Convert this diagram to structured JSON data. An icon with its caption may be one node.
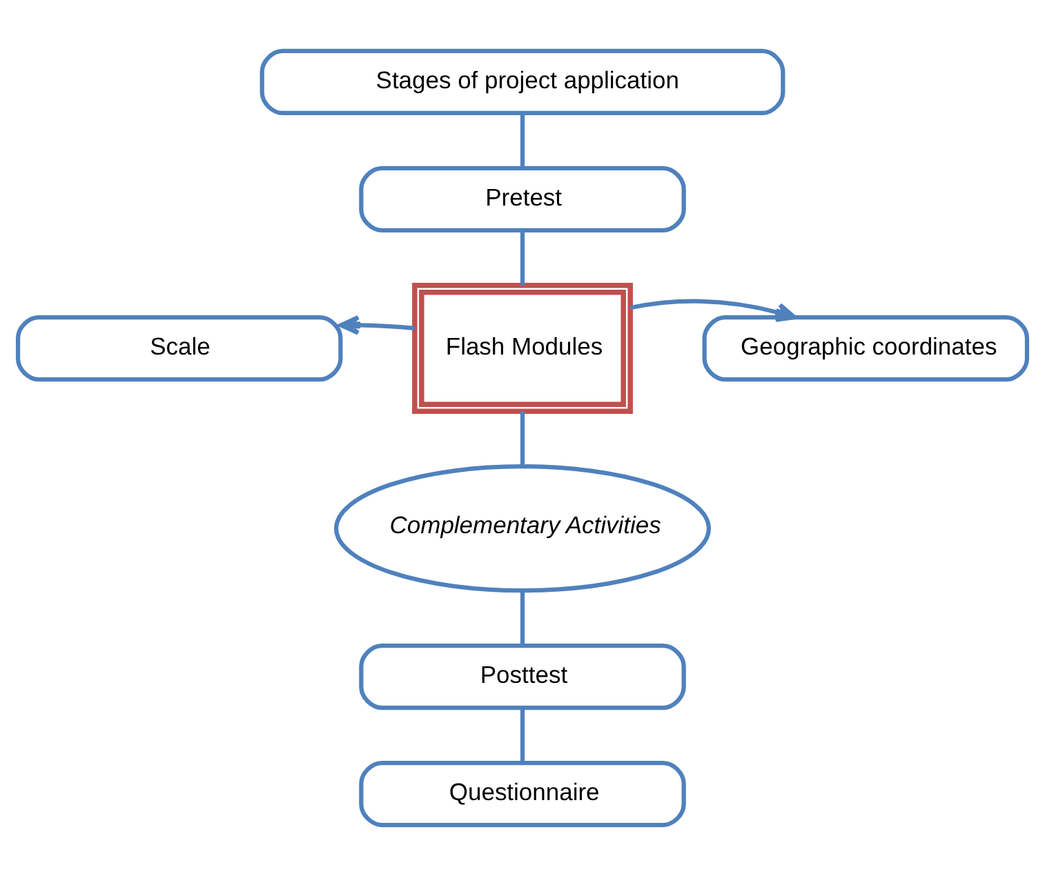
{
  "diagram": {
    "nodes": [
      {
        "text": [
          "Stages of project application"
        ]
      },
      {
        "text": [
          "Pretest"
        ]
      },
      {
        "text": [
          "Flash Modules"
        ]
      },
      {
        "text": [
          "Scale"
        ]
      },
      {
        "text": [
          "Geographic coordinates"
        ]
      },
      {
        "text": [
          "Complementary Activities"
        ]
      },
      {
        "text": [
          "Posttest"
        ]
      },
      {
        "text": [
          "Questionnaire"
        ]
      }
    ],
    "edges": [
      {
        "from": 0,
        "to": 1,
        "arrow": "none"
      },
      {
        "from": 1,
        "to": 2,
        "arrow": "none"
      },
      {
        "from": 2,
        "to": 3,
        "arrow": "to"
      },
      {
        "from": 2,
        "to": 4,
        "arrow": "to"
      },
      {
        "from": 2,
        "to": 5,
        "arrow": "none"
      },
      {
        "from": 5,
        "to": 6,
        "arrow": "none"
      },
      {
        "from": 6,
        "to": 7,
        "arrow": "none"
      }
    ]
  }
}
